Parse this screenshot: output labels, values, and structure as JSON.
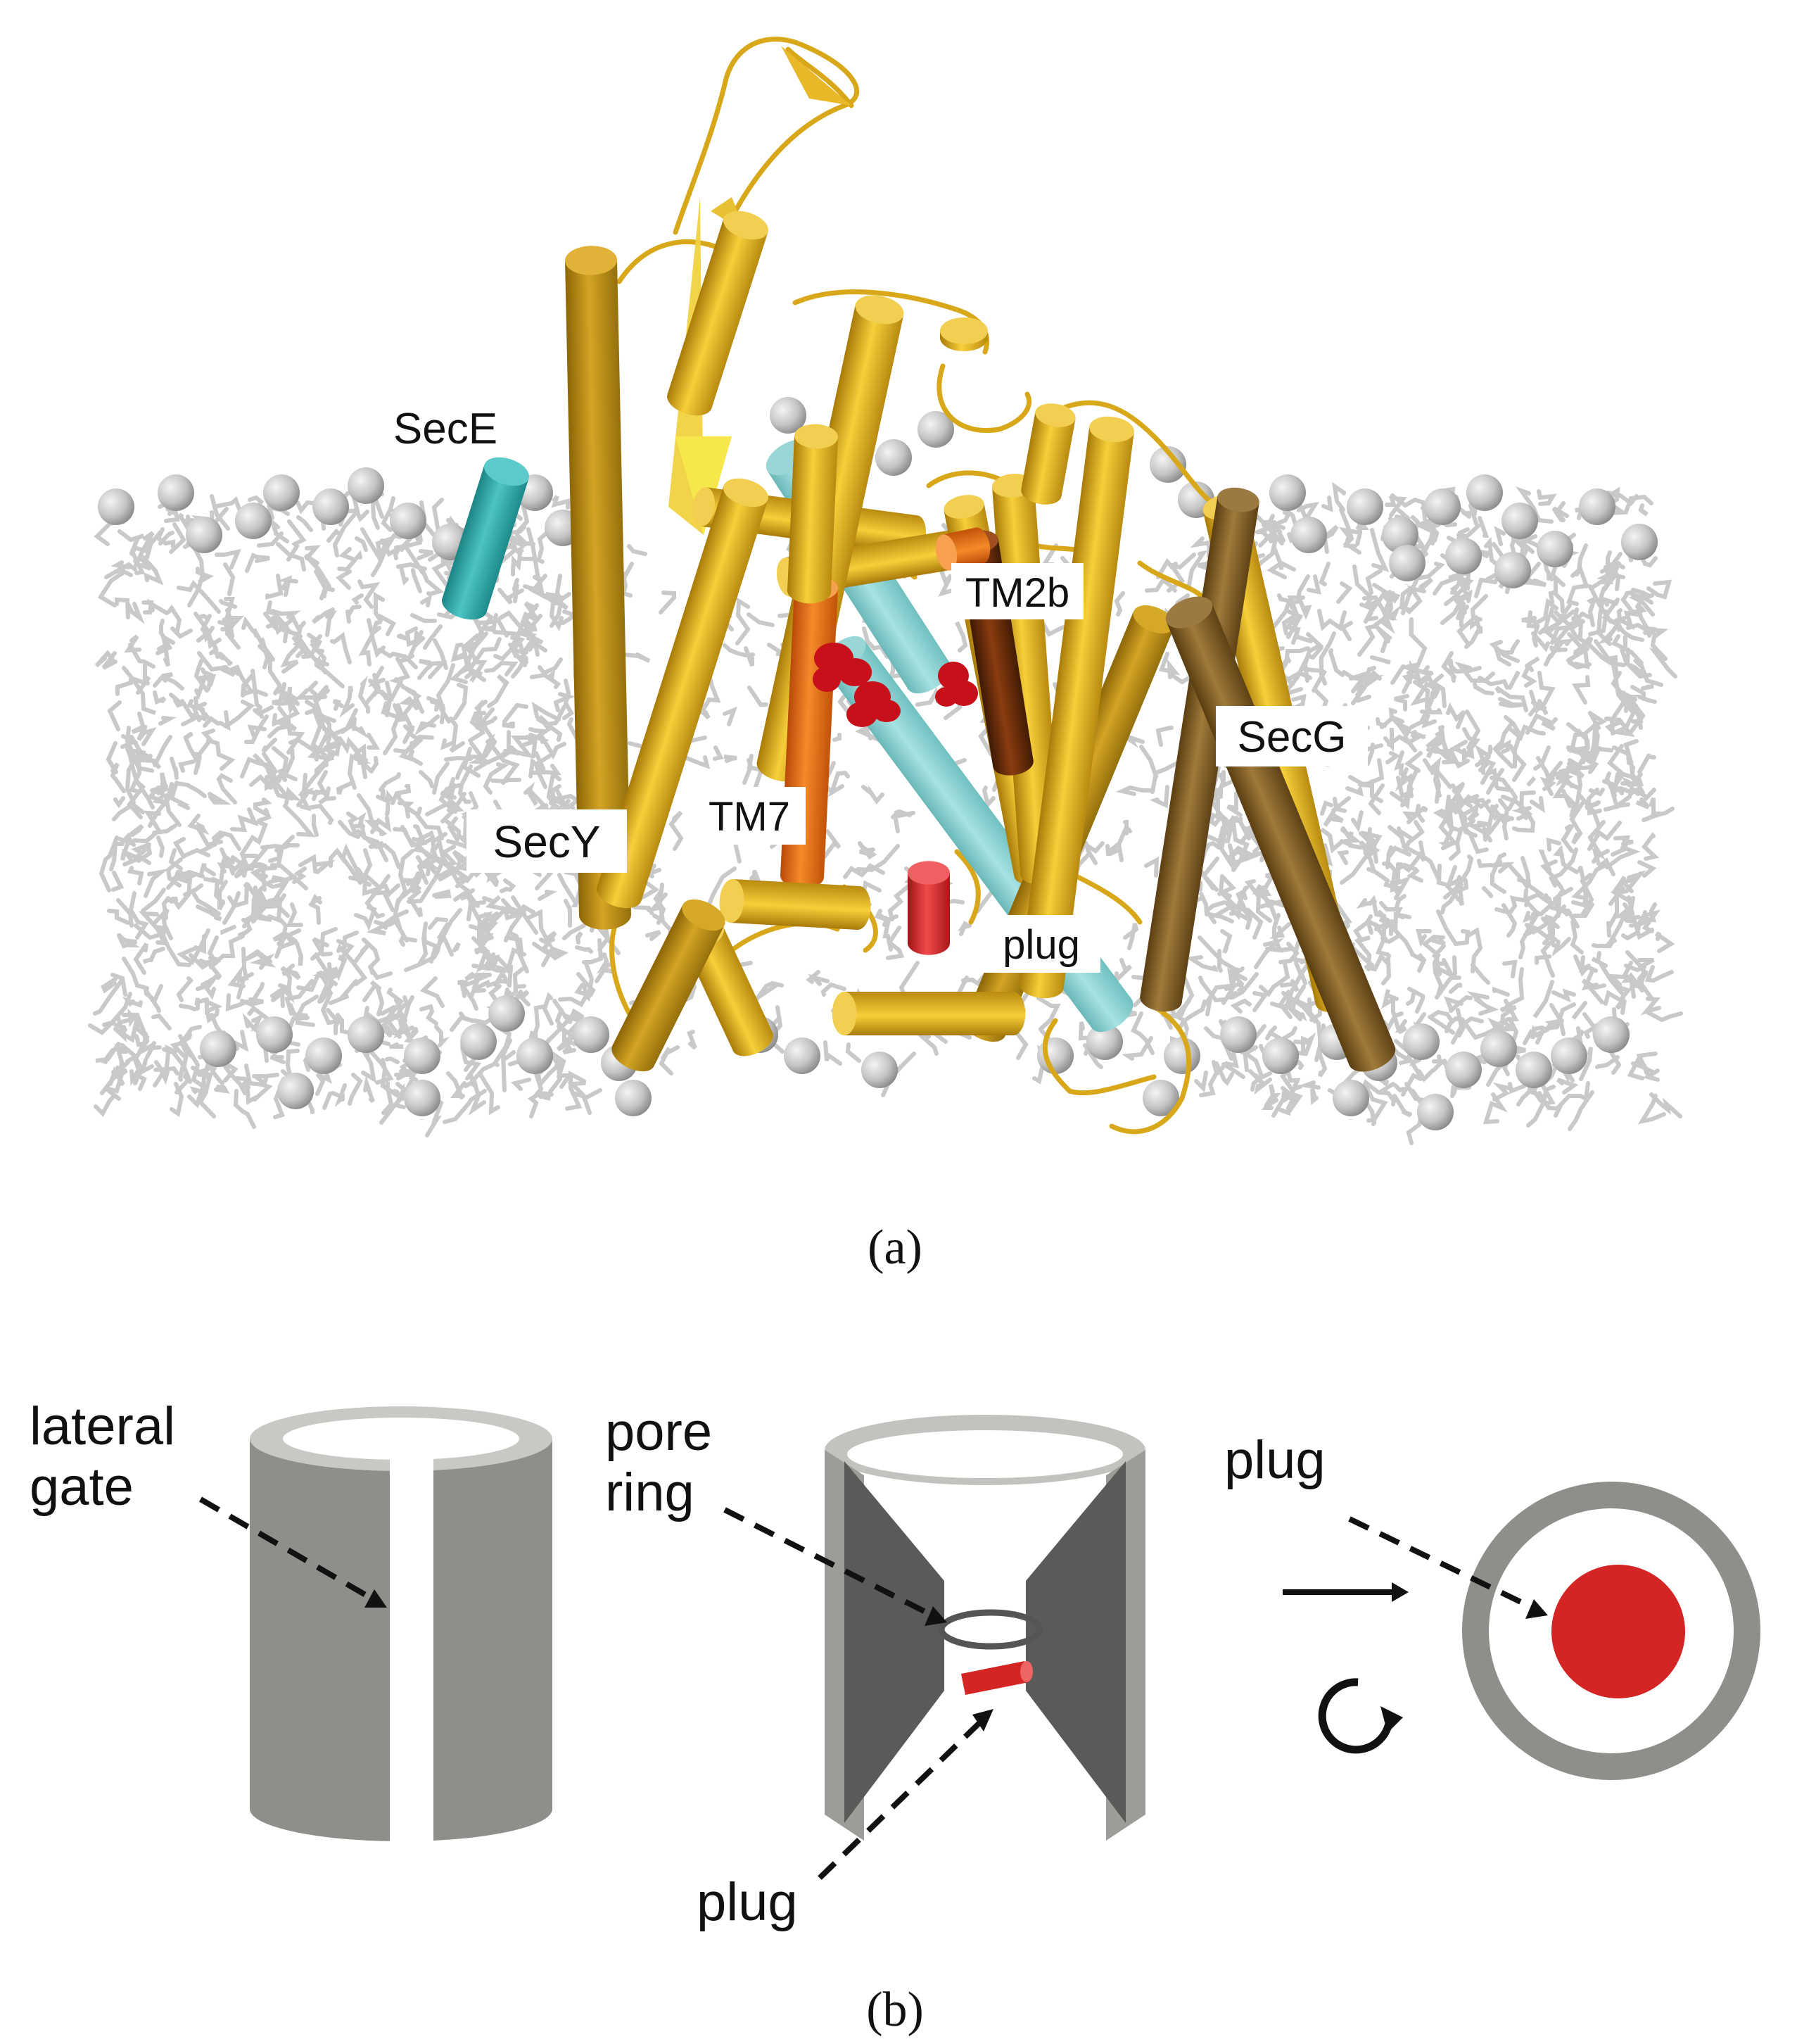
{
  "panel_a": {
    "caption": "(a)",
    "labels": {
      "sece": "SecE",
      "tm2b": "TM2b",
      "secg": "SecG",
      "tm7": "TM7",
      "secy": "SecY",
      "plug": "plug"
    }
  },
  "panel_b": {
    "caption": "(b)",
    "lateral_gate_line1": "lateral",
    "lateral_gate_line2": "gate",
    "pore_ring_line1": "pore",
    "pore_ring_line2": "ring",
    "plug_bottom": "plug",
    "plug_right": "plug"
  },
  "colors": {
    "secy": "#e0b020",
    "secy_dark": "#b88a10",
    "sece": "#2aa8a8",
    "secg": "#7a5a22",
    "tm7": "#e86a1a",
    "tm2b": "#6a2c08",
    "plug": "#d42424",
    "lipid": "#c8c8c8",
    "channel_gray": "#8e8e8e",
    "channel_dark": "#5e5e5e"
  }
}
